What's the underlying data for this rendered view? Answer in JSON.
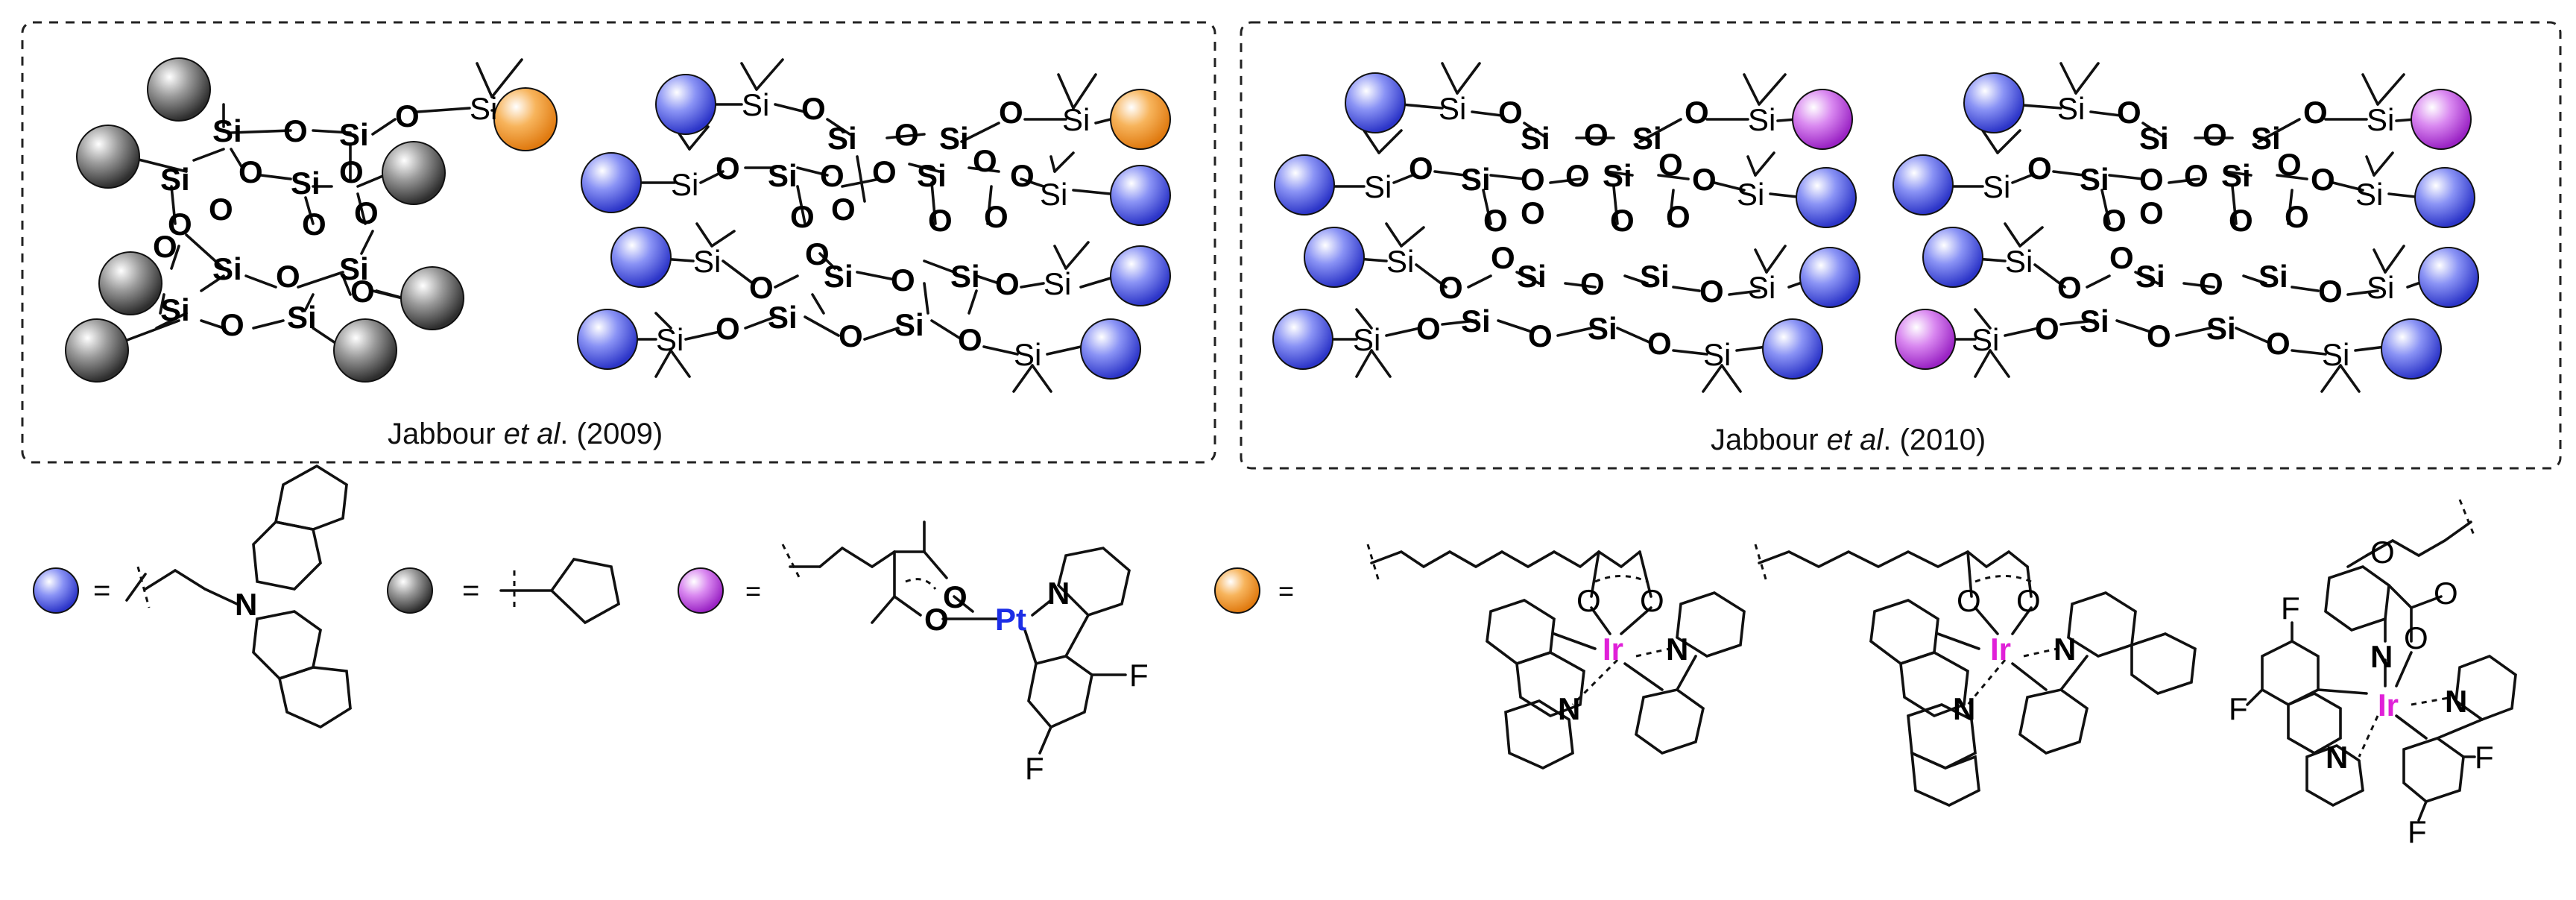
{
  "captions": {
    "left_prefix": "Jabbour ",
    "left_etal": "et al",
    "left_suffix": ". (2009)",
    "right_prefix": "Jabbour ",
    "right_etal": "et al",
    "right_suffix": ". (2010)"
  },
  "atoms": {
    "si": "Si",
    "o": "O",
    "n": "N",
    "f": "F",
    "ir": "Ir",
    "pt": "Pt"
  },
  "legend": {
    "equals": "="
  },
  "colors": {
    "carbazole_sphere": "#4b55e6",
    "cyclopentyl_sphere": "#555555",
    "platinum_complex_sphere": "#c04de0",
    "iridium_complex_sphere": "#f39a2e",
    "iridium_label": "#e020d8",
    "platinum_label": "#1c2ee6"
  }
}
